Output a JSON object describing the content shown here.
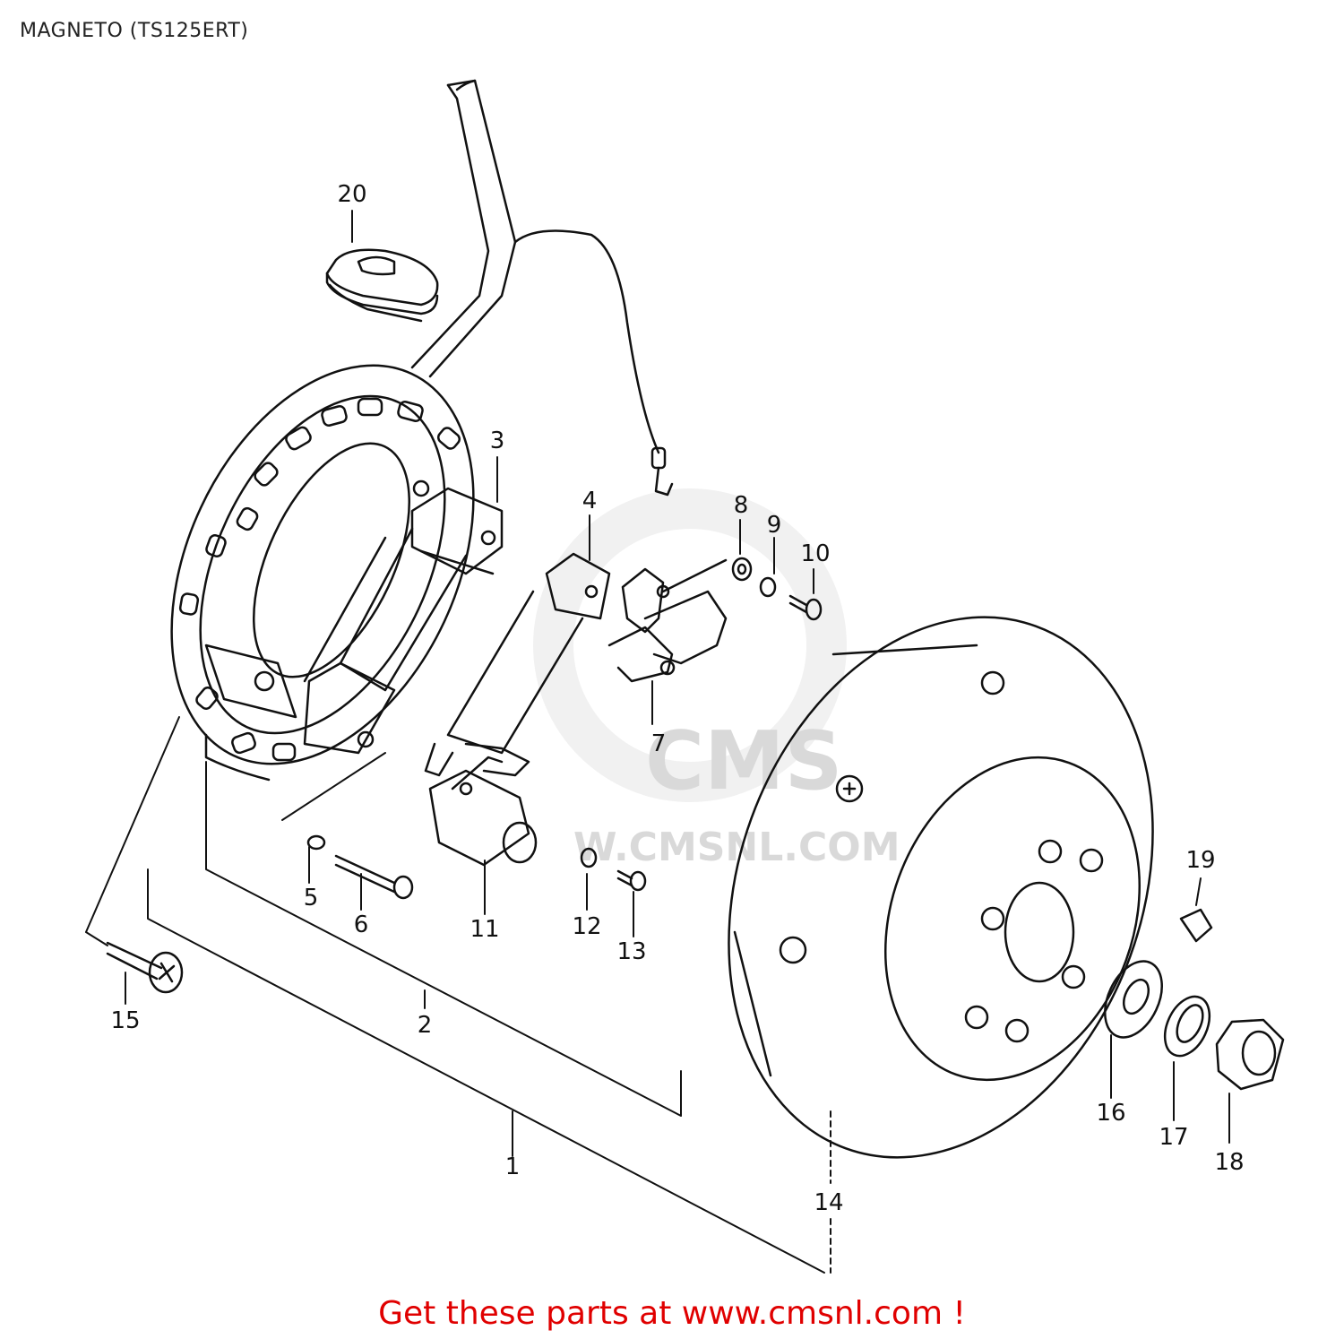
{
  "title": "MAGNETO (TS125ERT)",
  "watermark": {
    "brand": "CMS",
    "url": "W.CMSNL.COM"
  },
  "footer": "Get these parts at www.cmsnl.com !",
  "colors": {
    "line": "#111111",
    "footer": "#e00000",
    "watermark": "#d9d9d9"
  },
  "callouts": [
    {
      "number": "1",
      "part": "magneto-assembly"
    },
    {
      "number": "2",
      "part": "stator-assembly"
    },
    {
      "number": "3",
      "part": "coil"
    },
    {
      "number": "4",
      "part": "coil"
    },
    {
      "number": "5",
      "part": "washer"
    },
    {
      "number": "6",
      "part": "screw"
    },
    {
      "number": "7",
      "part": "contact-breaker"
    },
    {
      "number": "8",
      "part": "washer"
    },
    {
      "number": "9",
      "part": "lock-washer"
    },
    {
      "number": "10",
      "part": "screw"
    },
    {
      "number": "11",
      "part": "condenser"
    },
    {
      "number": "12",
      "part": "lock-washer"
    },
    {
      "number": "13",
      "part": "screw"
    },
    {
      "number": "14",
      "part": "flywheel-rotor"
    },
    {
      "number": "15",
      "part": "screw"
    },
    {
      "number": "16",
      "part": "washer"
    },
    {
      "number": "17",
      "part": "spring-washer"
    },
    {
      "number": "18",
      "part": "nut"
    },
    {
      "number": "19",
      "part": "key"
    },
    {
      "number": "20",
      "part": "grommet"
    }
  ]
}
